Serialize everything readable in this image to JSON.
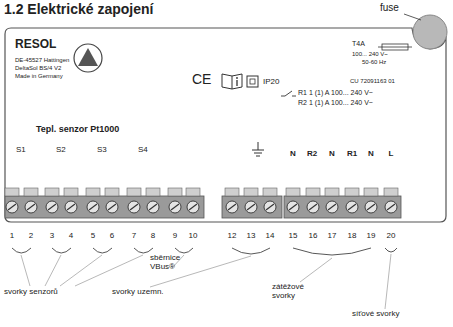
{
  "diagram": {
    "title": "1.2 Elektrické zapojení",
    "labels": [
      "fuse",
      "RESOL",
      "DE-45527 Hattingen",
      "DeltaSol BS/4 V2",
      "Made in Germany",
      "CE",
      "IP20",
      "T4A",
      "100... 240 V~",
      "50-60 Hz",
      "CU 72091163 01",
      "R1 1 (1) A 100... 240 V~",
      "R2 1 (1) A 100... 240 V~",
      "Tepl. senzor Pt1000",
      "S1",
      "S2",
      "S3",
      "S4",
      "N",
      "R2",
      "N",
      "R1",
      "N",
      "L",
      "1",
      "2",
      "3",
      "4",
      "5",
      "6",
      "7",
      "8",
      "9",
      "10",
      "12",
      "13",
      "14",
      "15",
      "16",
      "17",
      "18",
      "19",
      "20",
      "sběrnice VBus®",
      "svorky senzorů",
      "svorky uzemn.",
      "zátěžové svorky",
      "síťové svorky"
    ]
  }
}
